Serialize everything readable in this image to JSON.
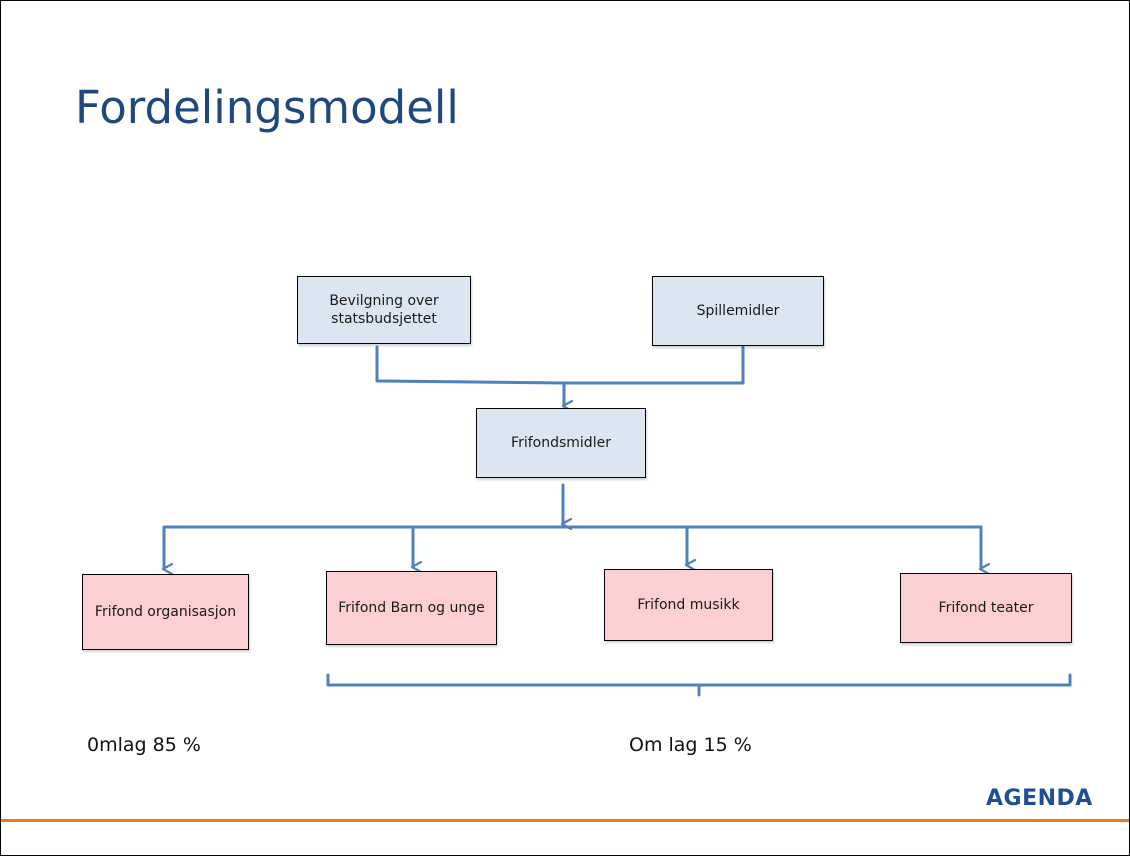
{
  "slide": {
    "title": "Fordelingsmodell"
  },
  "diagram": {
    "sources": [
      {
        "label": "Bevilgning over statsbudsjettet"
      },
      {
        "label": "Spillemidler"
      }
    ],
    "pool": {
      "label": "Frifondsmidler"
    },
    "funds": [
      {
        "label": "Frifond organisasjon"
      },
      {
        "label": "Frifond Barn og unge"
      },
      {
        "label": "Frifond musikk"
      },
      {
        "label": "Frifond teater"
      }
    ]
  },
  "shares": {
    "left_label": "0mlag 85 %",
    "right_label": "Om lag 15 %"
  },
  "footer": {
    "logo_text": "AGENDA",
    "accent_color": "#e87722",
    "logo_color": "#1f4e96"
  },
  "colors": {
    "title": "#1f497d",
    "connector": "#4f81bd",
    "source_fill": "#dce6f2",
    "fund_fill": "#fccfd2"
  }
}
